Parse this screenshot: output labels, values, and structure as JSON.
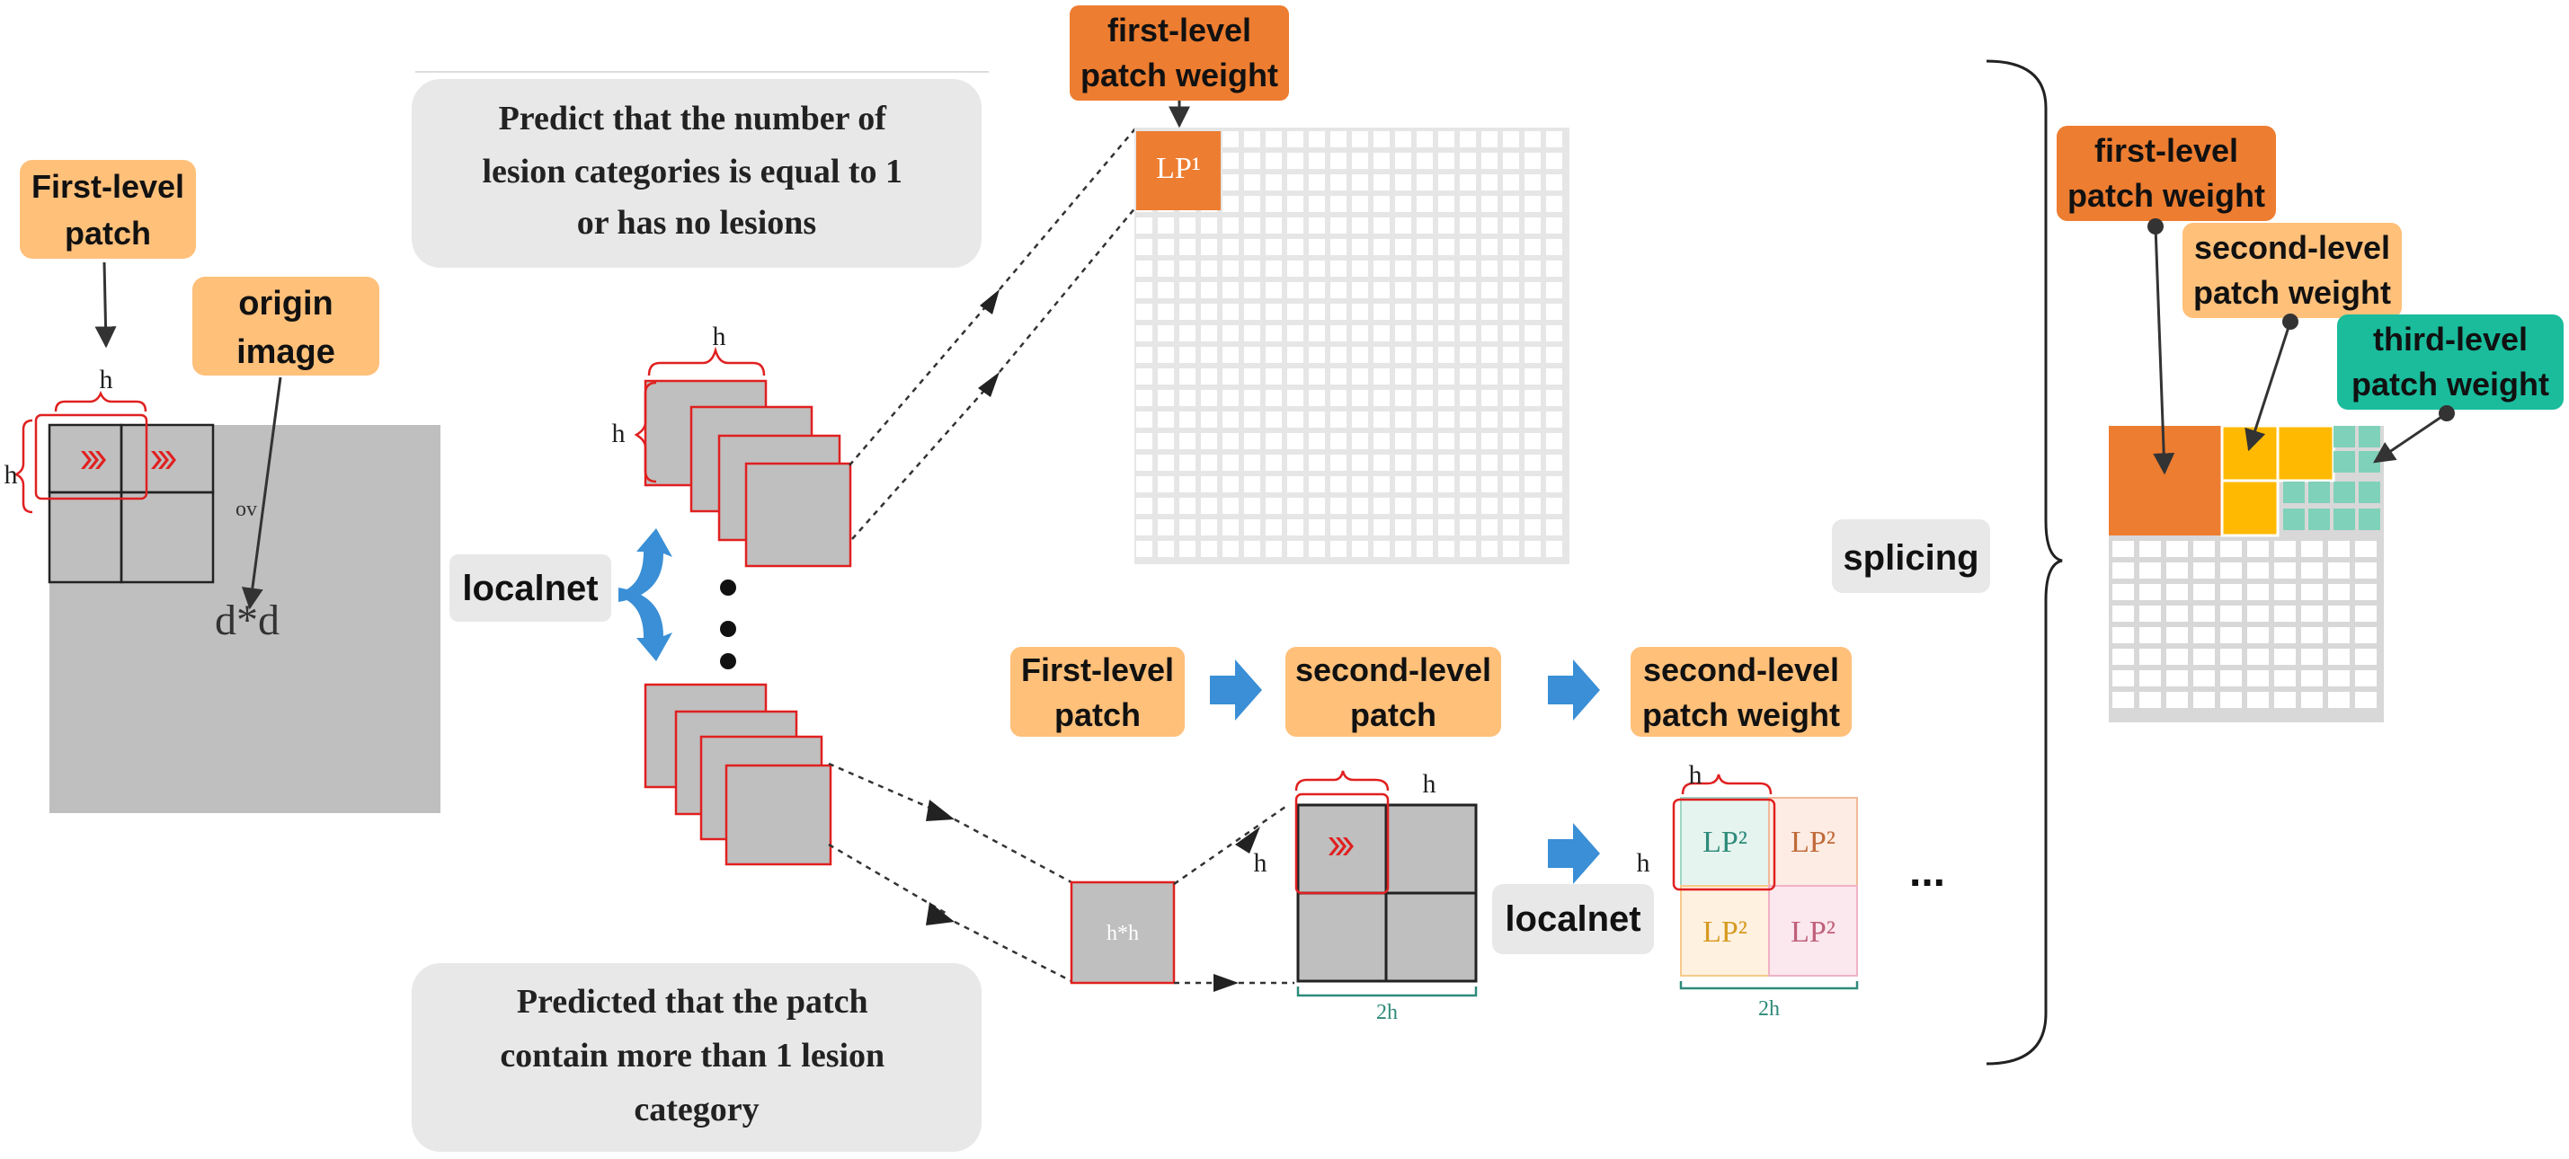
{
  "labels": {
    "first_level_patch": "First-level patch",
    "origin_image": "origin image",
    "h": "h",
    "ov": "ov",
    "dd": "d*d",
    "localnet": "localnet",
    "pred_one": "Predict that the number of lesion categories is equal to 1 or has no lesions",
    "pred_many": "Predicted that the patch contain more than 1 lesion category",
    "first_weight": "first-level patch weight",
    "second_weight": "second-level patch weight",
    "third_weight": "third-level patch weight",
    "second_patch": "second-level patch",
    "lp1": "LP¹",
    "lp2": "LP²",
    "hh": "h*h",
    "two_h": "2h",
    "splicing": "splicing",
    "ellipsis": "..."
  },
  "colors": {
    "orange_light": "#FFC07A",
    "orange_dark": "#ED7D31",
    "amber": "#FFB900",
    "teal": "#1ABC9C",
    "teal_light": "#7FD1B9",
    "gray_box": "#E8E8E8",
    "patch_gray": "#BFBFBF",
    "red": "#E02020",
    "blue_arrow": "#3A8FD6",
    "grid_gray": "#D4D4D4",
    "green_label": "#2E8B7A"
  },
  "icons": {
    "chevron": "triple-chevron-icon",
    "blue_arrow": "blue-right-arrow-icon",
    "split_arrow": "split-arrow-icon"
  }
}
